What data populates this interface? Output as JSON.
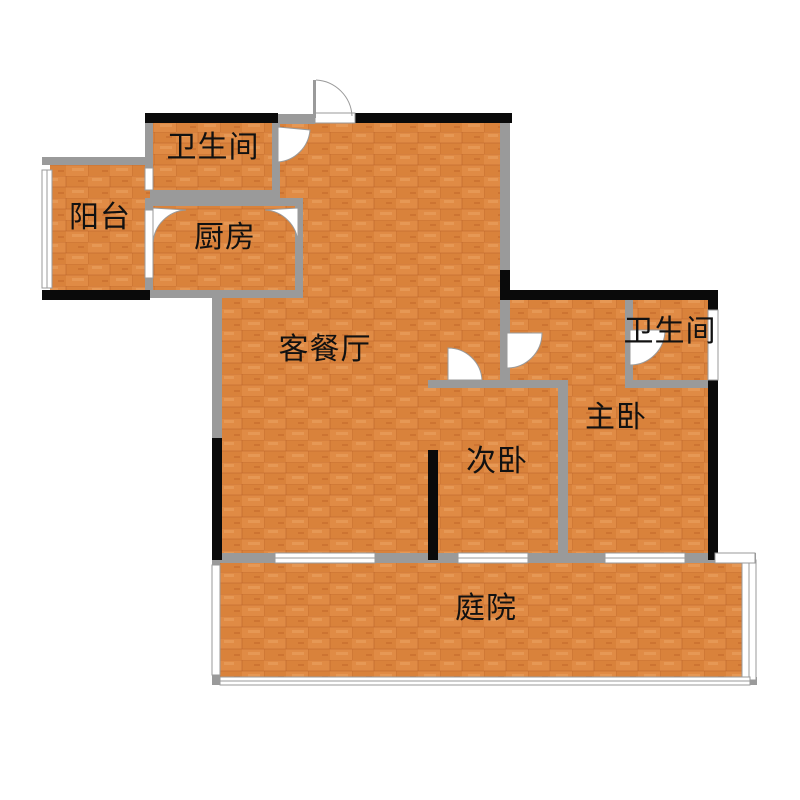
{
  "rooms": {
    "bathroom_top": "卫生间",
    "balcony": "阳台",
    "kitchen": "厨房",
    "living_dining": "客餐厅",
    "bathroom_master": "卫生间",
    "second_bedroom": "次卧",
    "master_bedroom": "主卧",
    "courtyard": "庭院"
  },
  "colors": {
    "floor_base": "#d9823b",
    "floor_light": "#e69a55",
    "floor_dark": "#c5692a",
    "wall_black": "#0a0a0a",
    "wall_gray": "#9a9a9a",
    "window": "#ffffff",
    "text": "#111111"
  }
}
